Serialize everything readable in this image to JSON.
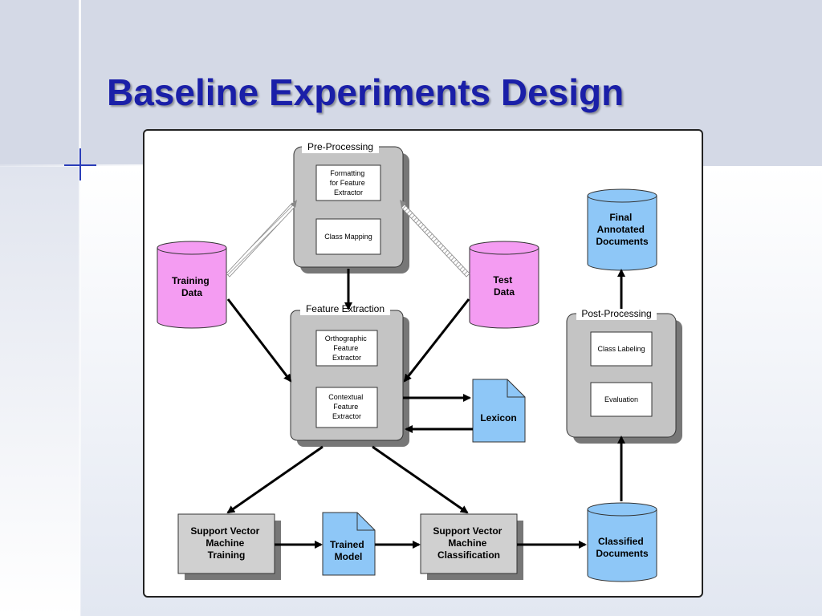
{
  "slide": {
    "title": "Baseline Experiments Design",
    "colors": {
      "title": "#1a1fa8",
      "cylinder_pink": "#f49cf2",
      "cylinder_blue": "#8ec7f7",
      "group_gray": "#c4c4c4",
      "box_gray": "#d0d0d0"
    }
  },
  "diagram": {
    "groups": {
      "pre_processing": "Pre-Processing",
      "feature_extraction": "Feature Extraction",
      "post_processing": "Post-Processing"
    },
    "boxes": {
      "formatting": [
        "Formatting",
        "for Feature",
        "Extractor"
      ],
      "class_mapping": [
        "Class Mapping"
      ],
      "orthographic": [
        "Orthographic",
        "Feature",
        "Extractor"
      ],
      "contextual": [
        "Contextual",
        "Feature",
        "Extractor"
      ],
      "class_labeling": [
        "Class Labeling"
      ],
      "evaluation": [
        "Evaluation"
      ],
      "svm_training": [
        "Support Vector",
        "Machine",
        "Training"
      ],
      "svm_classification": [
        "Support Vector",
        "Machine",
        "Classification"
      ]
    },
    "cylinders": {
      "training_data": [
        "Training",
        "Data"
      ],
      "test_data": [
        "Test",
        "Data"
      ],
      "final_docs": [
        "Final",
        "Annotated",
        "Documents"
      ],
      "classified_docs": [
        "Classified",
        "Documents"
      ]
    },
    "documents": {
      "lexicon": [
        "Lexicon"
      ],
      "trained_model": [
        "Trained",
        "Model"
      ]
    },
    "icons": [
      "cylinder-icon",
      "document-icon",
      "arrow-icon"
    ]
  }
}
